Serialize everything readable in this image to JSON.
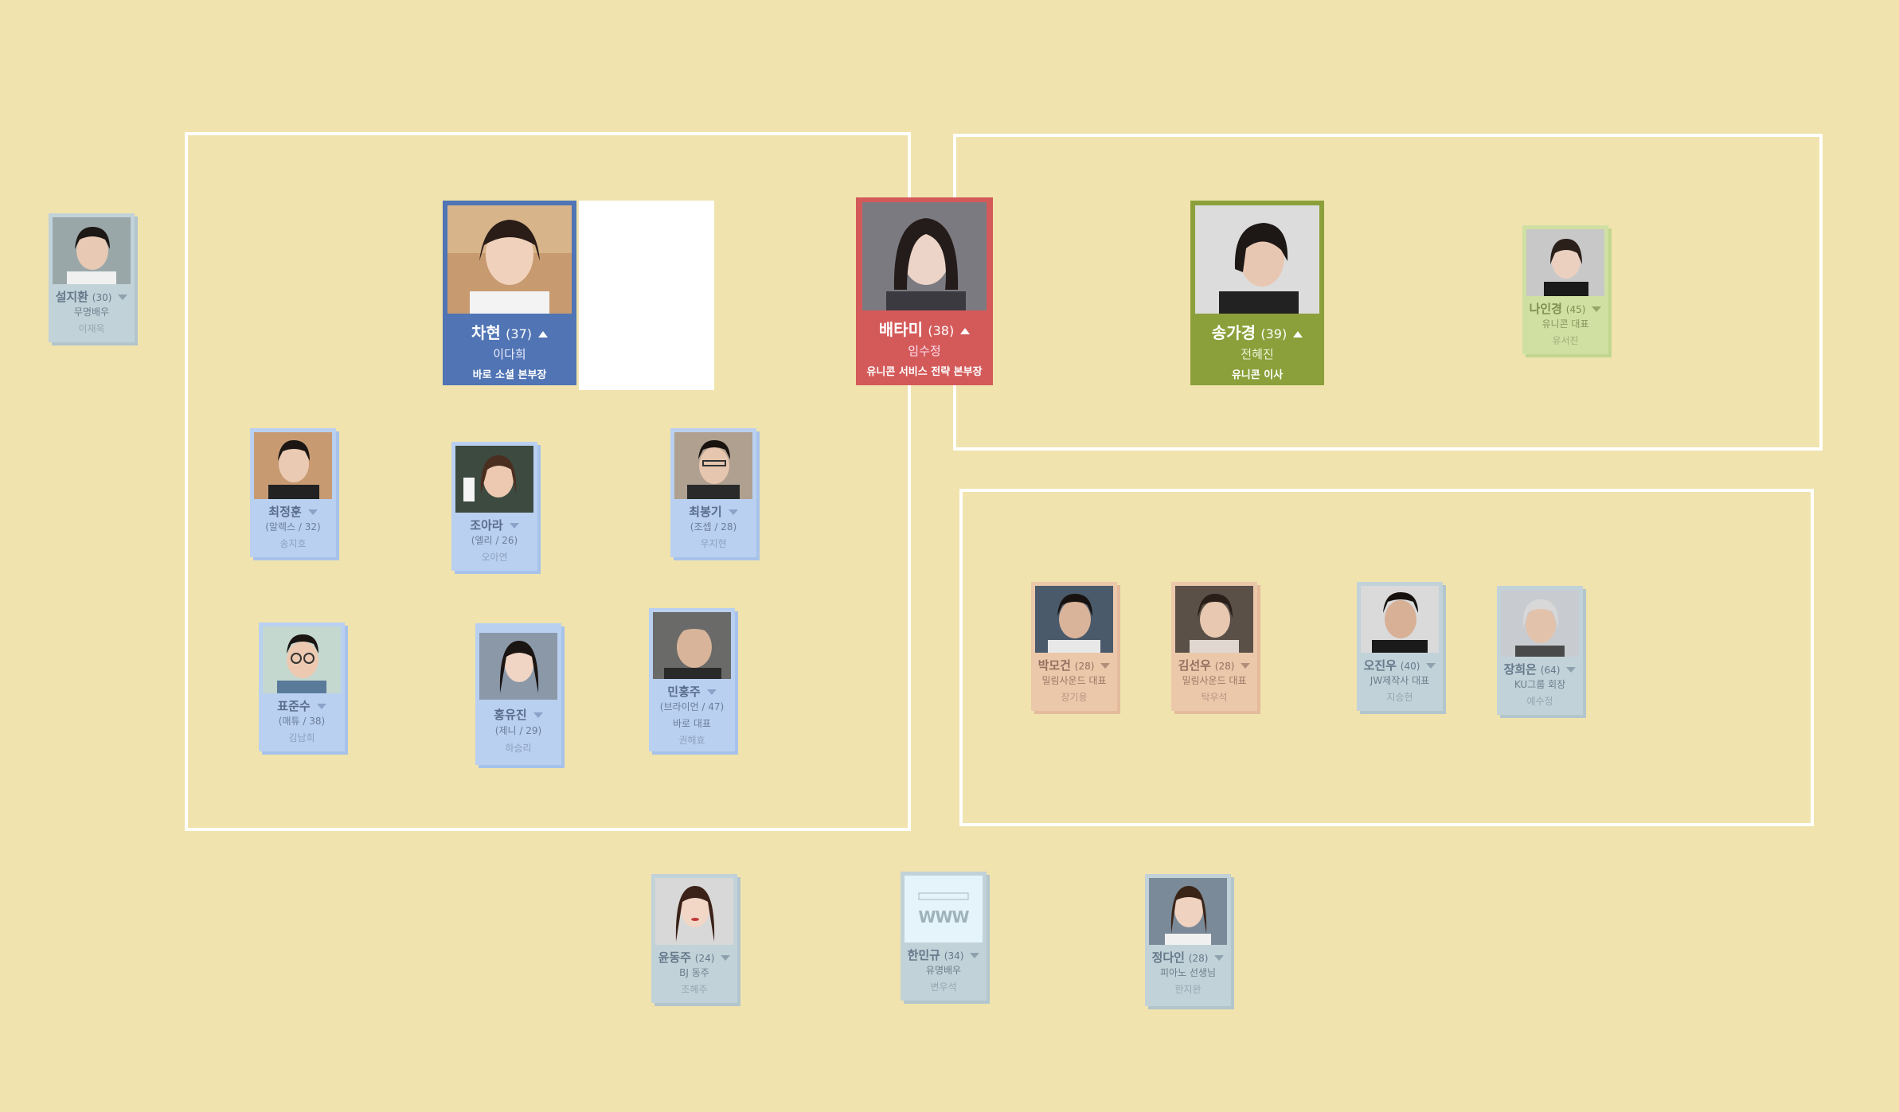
{
  "colors": {
    "background": "#f0e3ae",
    "cha_hyun": "#5074b4",
    "bae_tami": "#d45a5a",
    "song_gakyung": "#8ba03a",
    "supporting_blue": "#b9d0f0",
    "supporting_grey": "#c2d2d9",
    "supporting_peach": "#ecc8ab",
    "supporting_green": "#cfe0a2"
  },
  "leads": {
    "cha_hyun": {
      "name": "차현",
      "age": "(37)",
      "actor": "이다희",
      "role": "바로 소셜 본부장",
      "icon": "portrait-icon"
    },
    "bae_tami": {
      "name": "배타미",
      "age": "(38)",
      "actor": "임수정",
      "role": "유니콘 서비스 전략 본부장",
      "icon": "portrait-icon"
    },
    "song_gakyung": {
      "name": "송가경",
      "age": "(39)",
      "actor": "전혜진",
      "role": "유니콘 이사",
      "icon": "portrait-icon"
    }
  },
  "characters": {
    "seol_jihwan": {
      "name": "설지환",
      "age": "(30)",
      "role": "무명배우",
      "actor": "이재욱"
    },
    "na_ingyeong": {
      "name": "나인경",
      "age": "(45)",
      "role": "유니콘 대표",
      "actor": "유서진"
    },
    "choi_jeonghun": {
      "name": "최정훈",
      "line1": "(알렉스 / 32)",
      "actor": "송지호"
    },
    "jo_ara": {
      "name": "조아라",
      "line1": "(엘리 / 26)",
      "actor": "오아연"
    },
    "choi_bonggi": {
      "name": "최봉기",
      "line1": "(조셉 / 28)",
      "actor": "우지현"
    },
    "pyo_junsu": {
      "name": "표준수",
      "line1": "(매튜 / 38)",
      "actor": "김남희"
    },
    "hong_yujin": {
      "name": "홍유진",
      "line1": "(제니 / 29)",
      "actor": "하승리"
    },
    "min_hongju": {
      "name": "민홍주",
      "line1": "(브라이언 / 47)",
      "line2": "바로 대표",
      "actor": "권해효"
    },
    "park_mogeon": {
      "name": "박모건",
      "age": "(28)",
      "role": "밀림사운드 대표",
      "actor": "장기용"
    },
    "kim_seonwoo": {
      "name": "김선우",
      "age": "(28)",
      "role": "밀림사운드 대표",
      "actor": "탁우석"
    },
    "oh_jinwoo": {
      "name": "오진우",
      "age": "(40)",
      "role": "JW제작사 대표",
      "actor": "지승현"
    },
    "jang_huieun": {
      "name": "장희은",
      "age": "(64)",
      "role": "KU그룹 회장",
      "actor": "예수정"
    },
    "yun_dongju": {
      "name": "윤동주",
      "age": "(24)",
      "role": "BJ 동주",
      "actor": "조혜주"
    },
    "han_mingyu": {
      "name": "한민규",
      "age": "(34)",
      "role": "유명배우",
      "actor": "변우석",
      "logo_text": "WWW"
    },
    "jeong_dain": {
      "name": "정다인",
      "age": "(28)",
      "role": "피아노 선생님",
      "actor": "한지완"
    }
  }
}
